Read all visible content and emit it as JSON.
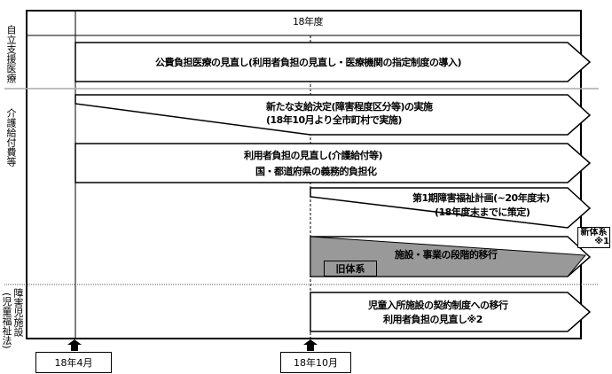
{
  "header": {
    "fiscal_year": "18年度"
  },
  "rows": [
    {
      "label": "自立支援医療"
    },
    {
      "label": "介護給付費等"
    },
    {
      "label": "障害児施設",
      "sublabel": "(児童福祉法)"
    }
  ],
  "bars": [
    {
      "lines": [
        "公費負担医療の見直し(利用者負担の見直し・医療機関の指定制度の導入)"
      ]
    },
    {
      "lines": [
        "新たな支給決定(障害程度区分等)の実施",
        "(18年10月より全市町村で実施)"
      ]
    },
    {
      "lines": [
        "利用者負担の見直し(介護給付等)",
        "国・都道府県の義務的負担化"
      ]
    },
    {
      "lines": [
        "第1期障害福祉計画(~20年度末)",
        "(18年度末までに策定)"
      ]
    },
    {
      "lines": [
        "施設・事業の段階的移行"
      ],
      "old_system": "旧体系",
      "new_system": [
        "新体系",
        "※1"
      ]
    },
    {
      "lines": [
        "児童入所施設の契約制度への移行",
        "利用者負担の見直し※2"
      ]
    }
  ],
  "milestones": [
    "18年4月",
    "18年10月"
  ],
  "colors": {
    "old_system_fill": "#999999"
  }
}
